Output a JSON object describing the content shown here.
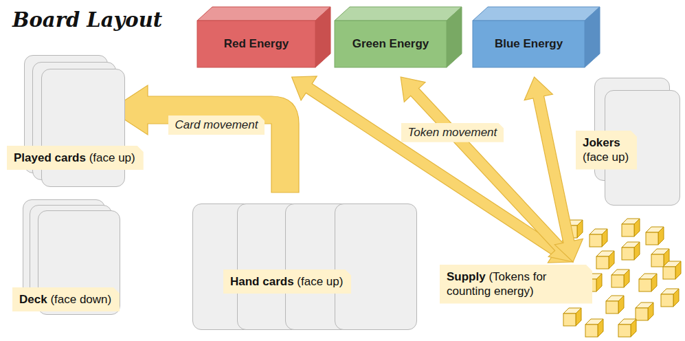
{
  "diagram": {
    "title": "Board Layout",
    "nodes": [
      {
        "text": [
          "Red Energy"
        ]
      },
      {
        "text": [
          "Green Energy"
        ]
      },
      {
        "text": [
          "Blue Energy"
        ]
      },
      {
        "text": [
          "Played cards",
          "(face up)"
        ]
      },
      {
        "text": [
          "Jokers",
          "(face up)"
        ]
      },
      {
        "text": [
          "Deck",
          "(face down)"
        ]
      },
      {
        "text": [
          "Hand cards",
          "(face up)"
        ]
      },
      {
        "text": [
          "Supply",
          "(Tokens for counting energy)"
        ]
      }
    ],
    "edges": [
      {
        "from": 6,
        "to": 3,
        "arrow": "to",
        "label": "Card movement"
      },
      {
        "from": 7,
        "to": 0,
        "arrow": "both"
      },
      {
        "from": 7,
        "to": 1,
        "arrow": "both",
        "label": "Token movement"
      },
      {
        "from": 7,
        "to": 2,
        "arrow": "both"
      }
    ]
  }
}
